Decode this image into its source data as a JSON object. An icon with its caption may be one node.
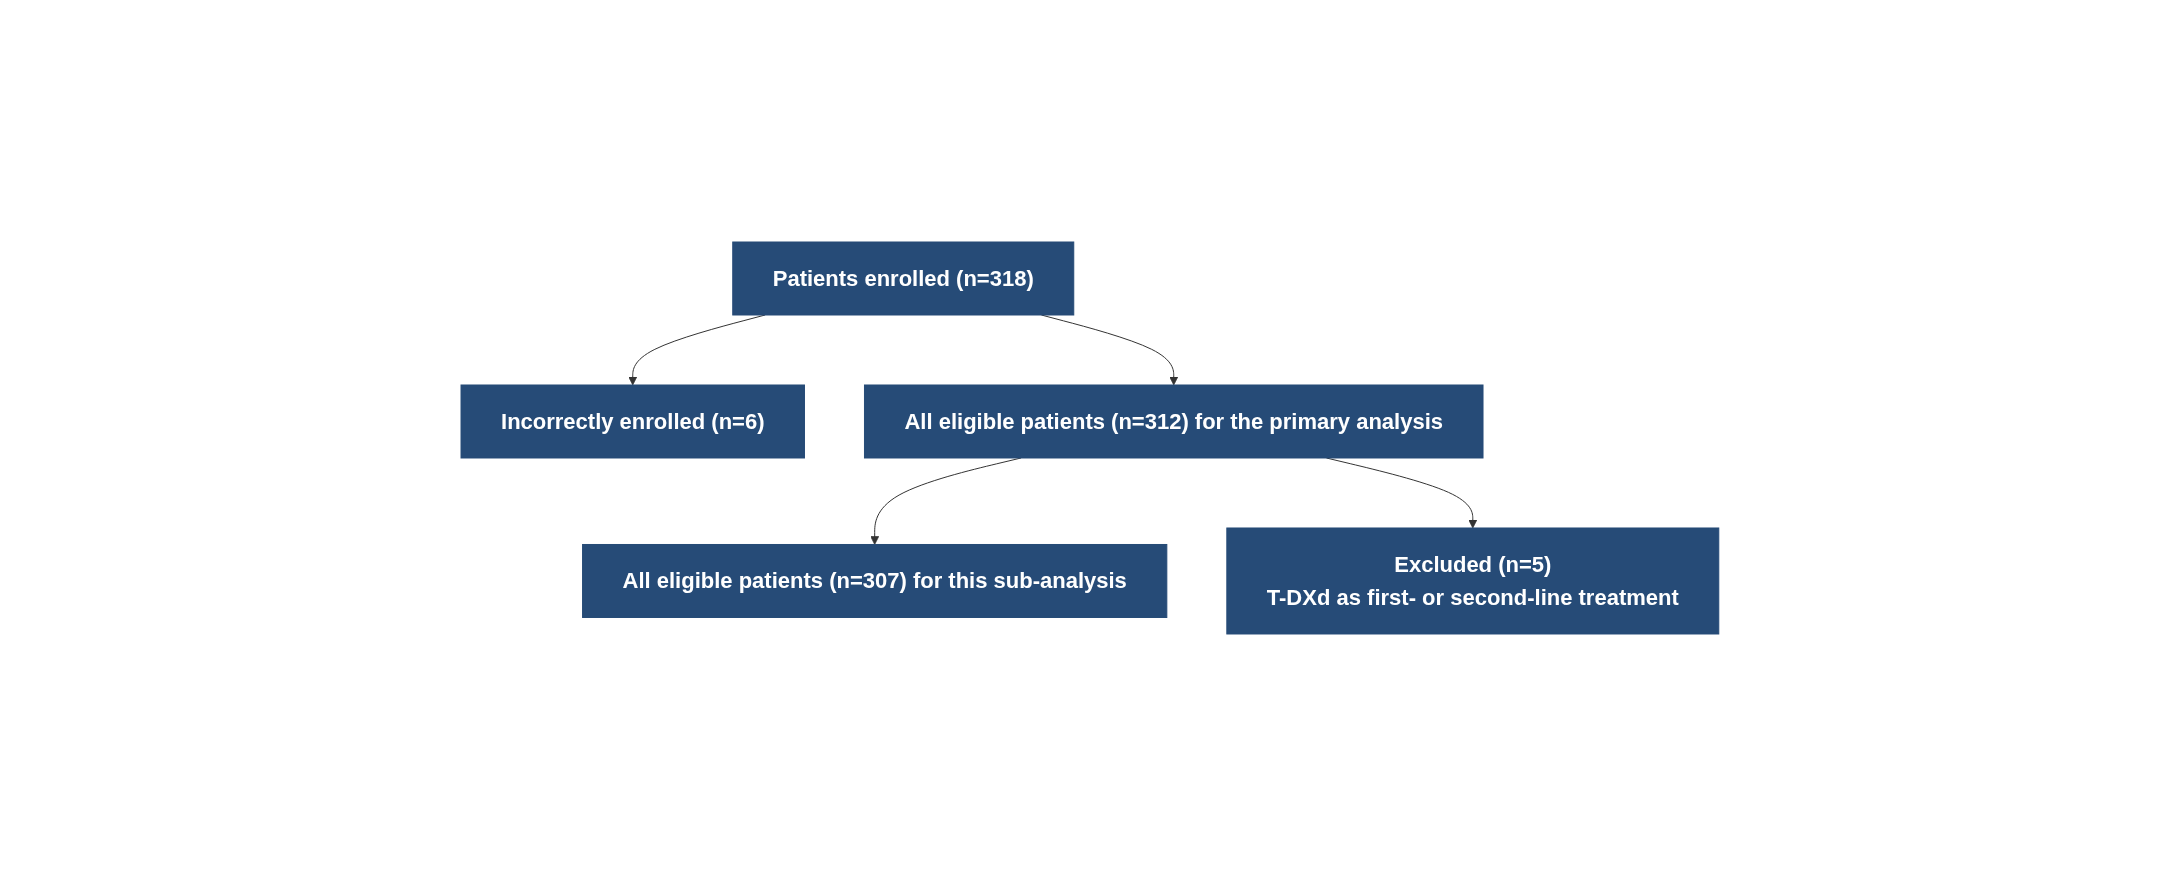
{
  "diagram": {
    "nodes": [
      {
        "text": [
          "Patients enrolled (n=318)"
        ]
      },
      {
        "text": [
          "Incorrectly enrolled (n=6)"
        ]
      },
      {
        "text": [
          "All eligible patients (n=312) for the primary analysis"
        ]
      },
      {
        "text": [
          "Excluded (n=5)",
          "T-DXd as first- or second-line treatment"
        ]
      },
      {
        "text": [
          "All eligible patients (n=307) for this sub-analysis"
        ]
      }
    ],
    "edges": [
      {
        "from": 0,
        "to": 2,
        "arrow": "to"
      },
      {
        "from": 0,
        "to": 1,
        "arrow": "to"
      },
      {
        "from": 2,
        "to": 4,
        "arrow": "to"
      },
      {
        "from": 2,
        "to": 3,
        "arrow": "to"
      }
    ]
  }
}
